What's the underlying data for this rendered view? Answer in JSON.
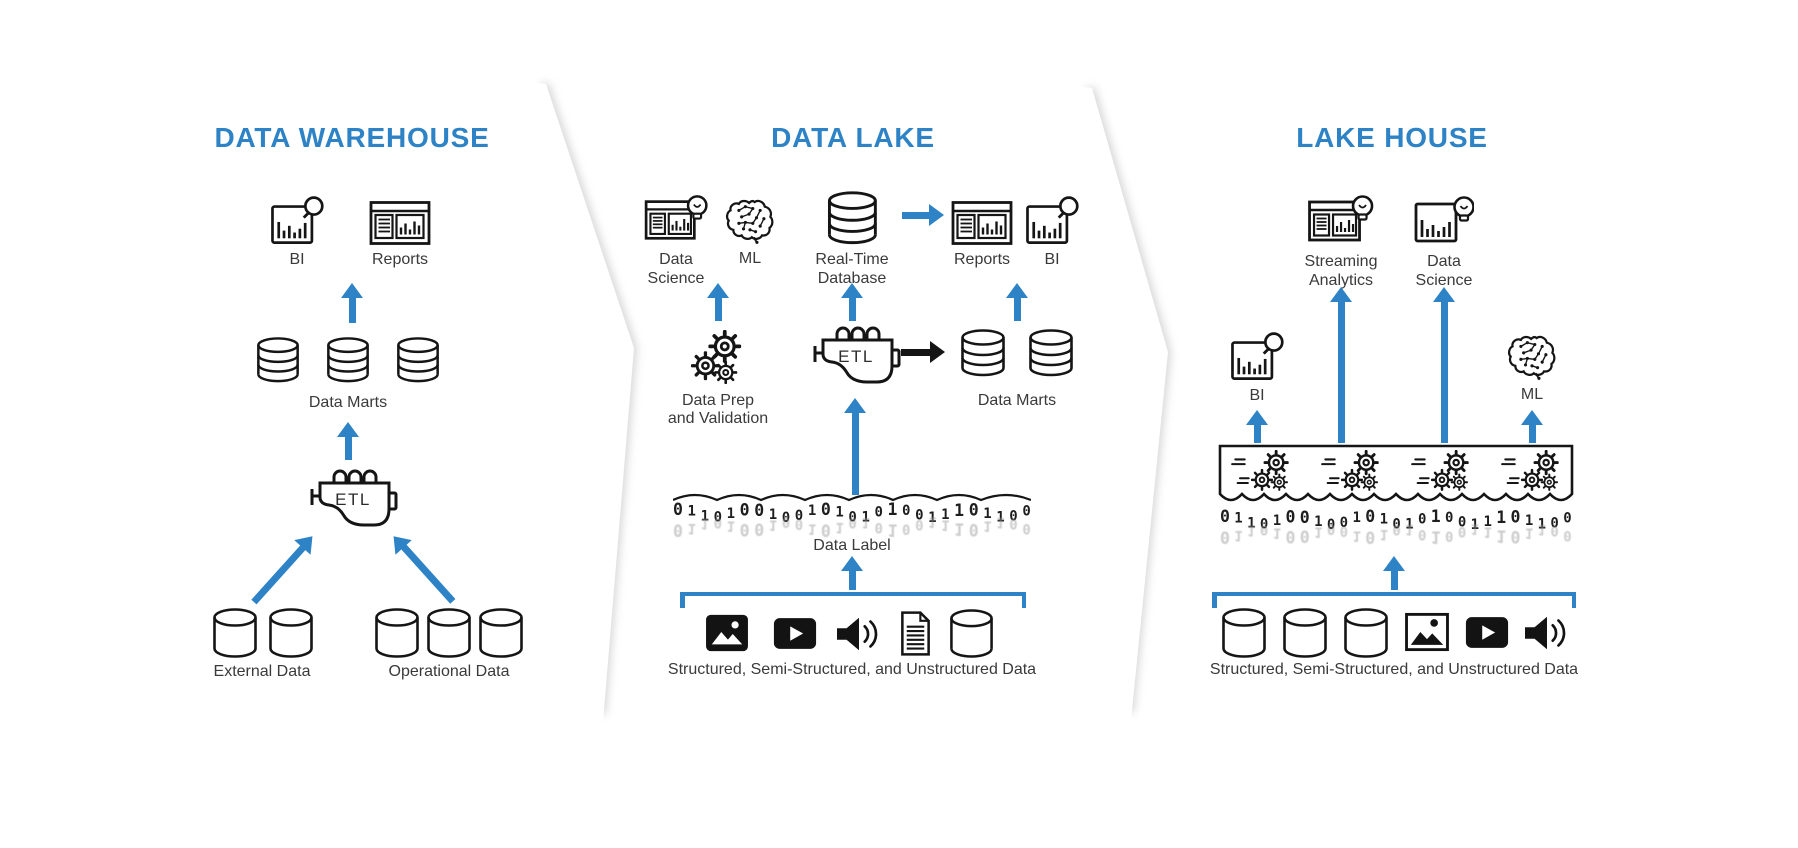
{
  "colors": {
    "accent": "#2d83c5",
    "ink": "#151515",
    "label_text": "#3a3a3a",
    "divider_shadow": "#c9c9c9"
  },
  "panels": {
    "warehouse": {
      "title": "DATA WAREHOUSE",
      "bi": "BI",
      "reports": "Reports",
      "data_marts": "Data Marts",
      "etl": "ETL",
      "external": "External Data",
      "operational": "Operational Data"
    },
    "lake": {
      "title": "DATA LAKE",
      "data_science_1": "Data",
      "data_science_2": "Science",
      "ml": "ML",
      "realtime_1": "Real-Time",
      "realtime_2": "Database",
      "reports": "Reports",
      "bi": "BI",
      "data_prep_1": "Data Prep",
      "data_prep_2": "and Validation",
      "etl": "ETL",
      "data_marts": "Data Marts",
      "data_label": "Data Label",
      "binary": "011010010010101010011101100",
      "sources": "Structured, Semi-Structured, and Unstructured Data"
    },
    "lakehouse": {
      "title": "LAKE HOUSE",
      "streaming_1": "Streaming",
      "streaming_2": "Analytics",
      "data_science_1": "Data",
      "data_science_2": "Science",
      "bi": "BI",
      "ml": "ML",
      "binary": "011010010010101010011101100",
      "sources": "Structured, Semi-Structured, and Unstructured Data"
    }
  }
}
